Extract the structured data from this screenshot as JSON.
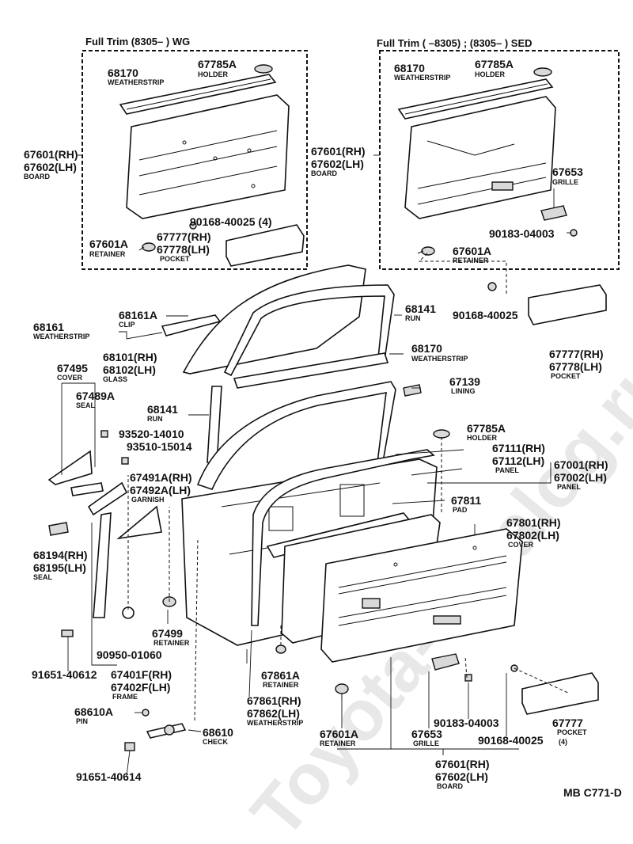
{
  "watermark": "Toyota-Catalog.ru",
  "headers": {
    "wg": "Full Trim (8305–       ) WG",
    "sed": "Full Trim (        –8305) ; (8305–          ) SED"
  },
  "footer_code": "MB C771-D",
  "labels": [
    {
      "id": "wg-68170",
      "num": "68170",
      "sub": "WEATHERSTRIP"
    },
    {
      "id": "wg-67785a",
      "num": "67785A",
      "sub": "HOLDER"
    },
    {
      "id": "wg-67601",
      "num": "67601(RH)",
      "num2": "67602(LH)",
      "sub": "BOARD"
    },
    {
      "id": "wg-90168",
      "num": "90168-40025 (4)"
    },
    {
      "id": "wg-67601a",
      "num": "67601A",
      "sub": "RETAINER"
    },
    {
      "id": "wg-67777",
      "num": "67777(RH)",
      "num2": "67778(LH)",
      "sub": "POCKET"
    },
    {
      "id": "sed-68170",
      "num": "68170",
      "sub": "WEATHERSTRIP"
    },
    {
      "id": "sed-67785a",
      "num": "67785A",
      "sub": "HOLDER"
    },
    {
      "id": "sed-67601",
      "num": "67601(RH)",
      "num2": "67602(LH)",
      "sub": "BOARD"
    },
    {
      "id": "sed-67653",
      "num": "67653",
      "sub": "GRILLE"
    },
    {
      "id": "sed-90183",
      "num": "90183-04003"
    },
    {
      "id": "sed-67601a",
      "num": "67601A",
      "sub": "RETAINER"
    },
    {
      "id": "sed-90168",
      "num": "90168-40025"
    },
    {
      "id": "sed-67777",
      "num": "67777(RH)",
      "num2": "67778(LH)",
      "sub": "POCKET"
    },
    {
      "id": "68161a",
      "num": "68161A",
      "sub": "CLIP"
    },
    {
      "id": "68161",
      "num": "68161",
      "sub": "WEATHERSTRIP"
    },
    {
      "id": "68141-top",
      "num": "68141",
      "sub": "RUN"
    },
    {
      "id": "68101",
      "num": "68101(RH)",
      "num2": "68102(LH)",
      "sub": "GLASS"
    },
    {
      "id": "68170-main",
      "num": "68170",
      "sub": "WEATHERSTRIP"
    },
    {
      "id": "67495",
      "num": "67495",
      "sub": "COVER"
    },
    {
      "id": "67489a",
      "num": "67489A",
      "sub": "SEAL"
    },
    {
      "id": "68141-side",
      "num": "68141",
      "sub": "RUN"
    },
    {
      "id": "67139",
      "num": "67139",
      "sub": "LINING"
    },
    {
      "id": "93520",
      "num": "93520-14010"
    },
    {
      "id": "67785a-main",
      "num": "67785A",
      "sub": "HOLDER"
    },
    {
      "id": "93510",
      "num": "93510-15014"
    },
    {
      "id": "67111",
      "num": "67111(RH)",
      "num2": "67112(LH)",
      "sub": "PANEL"
    },
    {
      "id": "67001",
      "num": "67001(RH)",
      "num2": "67002(LH)",
      "sub": "PANEL"
    },
    {
      "id": "67491a",
      "num": "67491A(RH)",
      "num2": "67492A(LH)",
      "sub": "GARNISH"
    },
    {
      "id": "67811",
      "num": "67811",
      "sub": "PAD"
    },
    {
      "id": "67801",
      "num": "67801(RH)",
      "num2": "67802(LH)",
      "sub": "COVER"
    },
    {
      "id": "68194",
      "num": "68194(RH)",
      "num2": "68195(LH)",
      "sub": "SEAL"
    },
    {
      "id": "67499",
      "num": "67499",
      "sub": "RETAINER"
    },
    {
      "id": "90950",
      "num": "90950-01060"
    },
    {
      "id": "91651-612",
      "num": "91651-40612"
    },
    {
      "id": "67401f",
      "num": "67401F(RH)",
      "num2": "67402F(LH)",
      "sub": "FRAME"
    },
    {
      "id": "67861a",
      "num": "67861A",
      "sub": "RETAINER"
    },
    {
      "id": "67861",
      "num": "67861(RH)",
      "num2": "67862(LH)",
      "sub": "WEATHERSTRIP"
    },
    {
      "id": "68610a",
      "num": "68610A",
      "sub": "PIN"
    },
    {
      "id": "68610",
      "num": "68610",
      "sub": "CHECK"
    },
    {
      "id": "90183-main",
      "num": "90183-04003"
    },
    {
      "id": "67777-main",
      "num": "67777",
      "sub": "POCKET",
      "sub2": "(4)"
    },
    {
      "id": "67601a-main",
      "num": "67601A",
      "sub": "RETAINER"
    },
    {
      "id": "67653-main",
      "num": "67653",
      "sub": "GRILLE"
    },
    {
      "id": "90168-main",
      "num": "90168-40025"
    },
    {
      "id": "67601-main",
      "num": "67601(RH)",
      "num2": "67602(LH)",
      "sub": "BOARD"
    },
    {
      "id": "91651-614",
      "num": "91651-40614"
    }
  ]
}
